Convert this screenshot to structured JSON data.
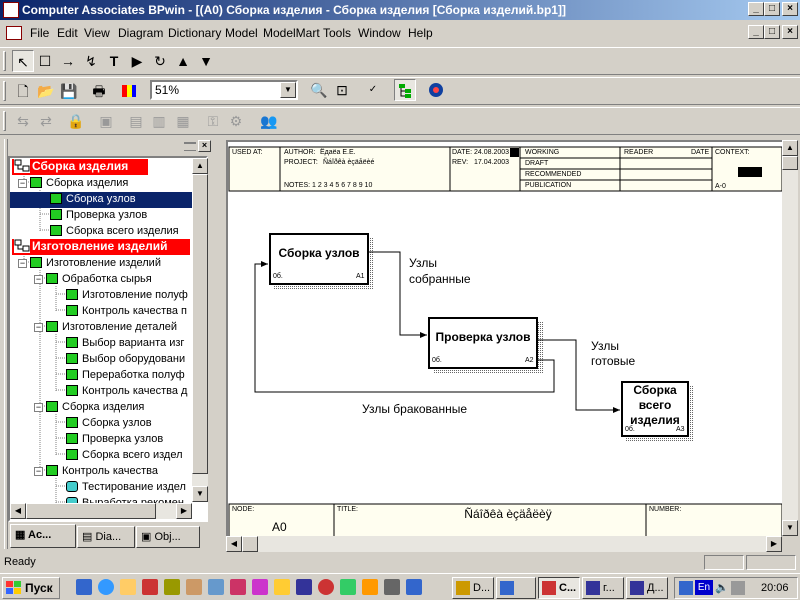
{
  "window": {
    "title": "Computer Associates BPwin - [(A0) Сборка изделия - Сборка изделия  [Сборка изделий.bp1]]"
  },
  "menu": [
    "File",
    "Edit",
    "View",
    "Diagram",
    "Dictionary",
    "Model",
    "ModelMart",
    "Tools",
    "Window",
    "Help"
  ],
  "toolbar": {
    "zoom": "51%"
  },
  "tree": {
    "items": [
      {
        "label": "Сборка изделия",
        "style": "red"
      },
      {
        "label": "Сборка изделия"
      },
      {
        "label": "Сборка узлов",
        "style": "sel"
      },
      {
        "label": "Проверка узлов"
      },
      {
        "label": "Сборка всего изделия"
      },
      {
        "label": "Изготовление изделий",
        "style": "red"
      },
      {
        "label": "Изготовление изделий"
      },
      {
        "label": "Обработка  сырья"
      },
      {
        "label": "Изготовление полуф"
      },
      {
        "label": "Контроль качества п"
      },
      {
        "label": "Изготовление  деталей"
      },
      {
        "label": "Выбор  варианта изг"
      },
      {
        "label": "Выбор оборудовани"
      },
      {
        "label": "Переработка полуф"
      },
      {
        "label": "Контроль качества д"
      },
      {
        "label": "Сборка изделия"
      },
      {
        "label": "Сборка узлов"
      },
      {
        "label": "Проверка узлов"
      },
      {
        "label": "Сборка всего издел"
      },
      {
        "label": "Контроль качества"
      },
      {
        "label": "Тестирование издел"
      },
      {
        "label": "Выработка рекомен"
      }
    ]
  },
  "tabs": [
    "Ac...",
    "Dia...",
    "Obj..."
  ],
  "diagram": {
    "header": {
      "used_at": "USED AT:",
      "author_label": "AUTHOR:",
      "author": "Ёдаёа Е.Е.",
      "project_label": "PROJECT:",
      "project": "Ñáîðêà èçäåëèé",
      "notes": "NOTES:  1  2  3  4  5  6  7  8  9  10",
      "date_label": "DATE:",
      "date": "24.08.2003",
      "rev_label": "REV:",
      "rev": "17.04.2003",
      "working": "WORKING",
      "draft": "DRAFT",
      "recommended": "RECOMMENDED",
      "publication": "PUBLICATION",
      "reader": "READER",
      "date2": "DATE",
      "context": "CONTEXT:",
      "node_ref": "A-0"
    },
    "boxes": [
      {
        "title": "Сборка узлов",
        "code": "A1"
      },
      {
        "title": "Проверка узлов",
        "code": "A2"
      },
      {
        "title": "Сборка всего изделия",
        "code": "A3"
      }
    ],
    "box_prefix": "0б.",
    "arrows": {
      "assembled": [
        "Узлы",
        "собранные"
      ],
      "ready": [
        "Узлы",
        "готовые"
      ],
      "rejected": "Узлы бракованные"
    },
    "footer": {
      "node_label": "NODE:",
      "node": "A0",
      "title_label": "TITLE:",
      "title": "Ñáîðêà èçäåëèÿ",
      "number_label": "NUMBER:"
    }
  },
  "status": "Ready",
  "taskbar": {
    "start": "Пуск",
    "tasks": [
      "D...",
      "",
      "С...",
      "г...",
      "Д..."
    ],
    "lang": "En",
    "time": "20:06"
  },
  "colors": {
    "titlebar": "#0a246a",
    "tree_highlight": "#ff0000",
    "tree_selected": "#0a246a",
    "activity_box": "#22cc22"
  }
}
